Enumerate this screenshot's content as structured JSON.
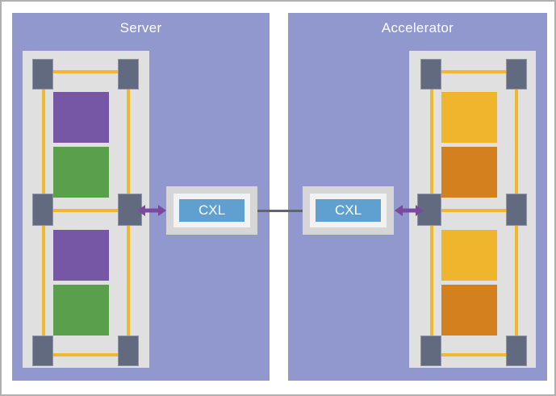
{
  "diagram": {
    "title_left": "Server",
    "title_right": "Accelerator",
    "link_label_left": "CXL",
    "link_label_right": "CXL",
    "colors": {
      "panel_background": "#9098CE",
      "board": "#E0E0E0",
      "connector_block": "#626A80",
      "trace": "#F0B92B",
      "chip_purple": "#7557A6",
      "chip_green": "#5AA04C",
      "chip_yellow": "#EFB52C",
      "chip_orange": "#D3801F",
      "cxl_fill": "#5FA0D0",
      "cxl_frame": "#D6D6D6",
      "arrow": "#7B4A9E",
      "link_line": "#5F6470",
      "page_border": "#B0B0B0",
      "title_text": "#FFFFFF"
    },
    "server": {
      "chips": [
        {
          "name": "memory-module-1",
          "color": "purple"
        },
        {
          "name": "memory-module-2",
          "color": "green"
        },
        {
          "name": "memory-module-3",
          "color": "purple"
        },
        {
          "name": "memory-module-4",
          "color": "green"
        }
      ],
      "connector_count": 6
    },
    "accelerator": {
      "chips": [
        {
          "name": "memory-module-1",
          "color": "yellow"
        },
        {
          "name": "memory-module-2",
          "color": "orange"
        },
        {
          "name": "memory-module-3",
          "color": "yellow"
        },
        {
          "name": "memory-module-4",
          "color": "orange"
        }
      ],
      "connector_count": 6
    },
    "arrows": {
      "left": "double-headed",
      "right": "double-headed"
    }
  }
}
